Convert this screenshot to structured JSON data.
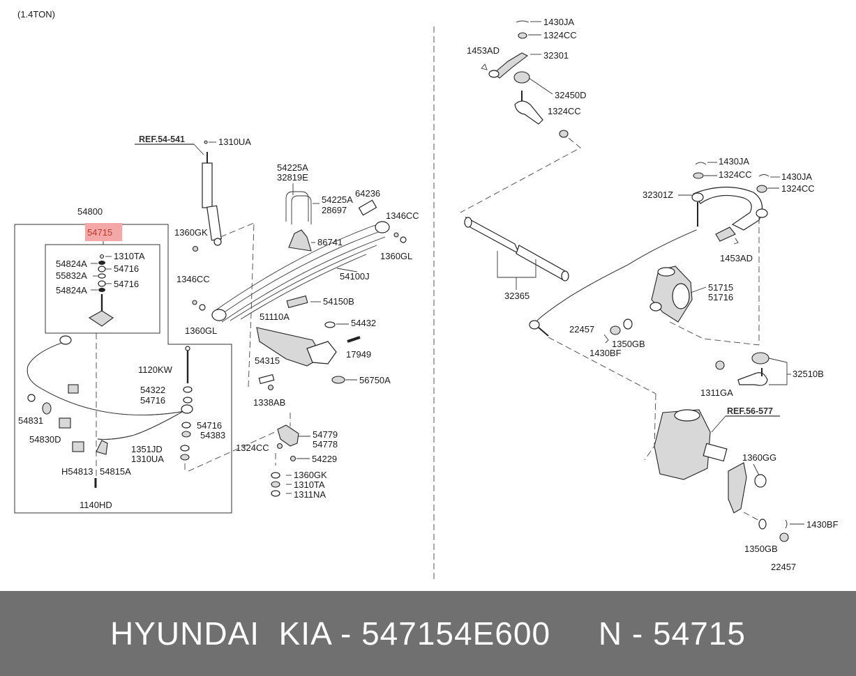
{
  "diagram": {
    "note": "(1.4TON)",
    "highlight_color": "#f4a7a7",
    "references": {
      "shock": "REF.54-541",
      "steering_gear": "REF.56-577"
    },
    "labels": {
      "l1310UA_top": "1310UA",
      "l54225A_a": "54225A",
      "l32819E": "32819E",
      "l54225A_b": "54225A",
      "l28697": "28697",
      "l64236": "64236",
      "l1346CC_a": "1346CC",
      "l1360GL_a": "1360GL",
      "l86741": "86741",
      "l54100J": "54100J",
      "l1360GK_a": "1360GK",
      "l54800": "54800",
      "l54715": "54715",
      "l1310TA_a": "1310TA",
      "l54824A_a": "54824A",
      "l54716_a": "54716",
      "l55832A": "55832A",
      "l54716_b": "54716",
      "l54824A_b": "54824A",
      "l1346CC_b": "1346CC",
      "l1360GL_b": "1360GL",
      "l54150B": "54150B",
      "l51110A": "51110A",
      "l54432": "54432",
      "l17949": "17949",
      "l54315": "54315",
      "l56750A": "56750A",
      "l1338AB": "1338AB",
      "l1120KW": "1120KW",
      "l54322": "54322",
      "l54716_c": "54716",
      "l54831": "54831",
      "l54830D": "54830D",
      "l54716_d": "54716",
      "l54383": "54383",
      "l1351JD": "1351JD",
      "l1310UA_b": "1310UA",
      "lH54813": "H54813",
      "l54815A": "54815A",
      "l1140HD": "1140HD",
      "l54779": "54779",
      "l54778": "54778",
      "l1324CC_a": "1324CC",
      "l54229": "54229",
      "l1360GK_b": "1360GK",
      "l1310TA_b": "1310TA",
      "l1311NA": "1311NA",
      "l1430JA_a": "1430JA",
      "l1324CC_b": "1324CC",
      "l1453AD_a": "1453AD",
      "l32301": "32301",
      "l32450D": "32450D",
      "l1324CC_c": "1324CC",
      "l1430JA_b": "1430JA",
      "l1324CC_d": "1324CC",
      "l1430JA_c": "1430JA",
      "l1324CC_e": "1324CC",
      "l32301Z": "32301Z",
      "l1453AD_b": "1453AD",
      "l32365": "32365",
      "l51715": "51715",
      "l51716": "51716",
      "l22457_a": "22457",
      "l1350GB_a": "1350GB",
      "l1430BF_a": "1430BF",
      "l1311GA": "1311GA",
      "l32510B": "32510B",
      "l1360GG": "1360GG",
      "l1430BF_b": "1430BF",
      "l1350GB_b": "1350GB",
      "l22457_b": "22457"
    }
  },
  "footer": {
    "caption": "HYUNDAI  KIA - 547154E600     N - 54715",
    "background": "#707070",
    "text_color": "#ffffff"
  }
}
